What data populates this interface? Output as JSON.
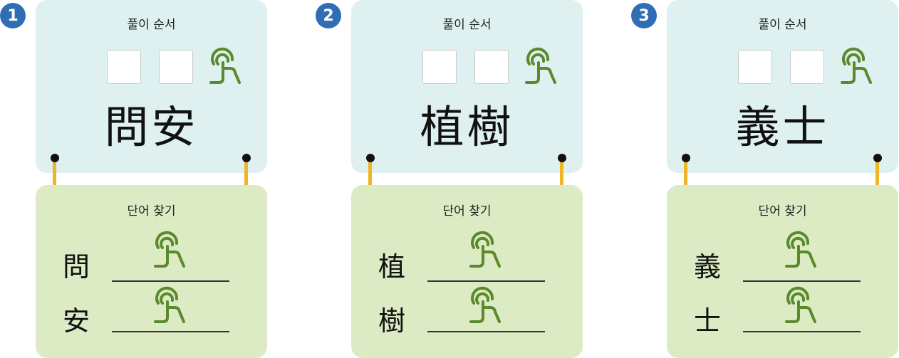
{
  "ui": {
    "top_title": "풀이 순서",
    "bottom_title": "단어 찾기",
    "accent_green": "#5a8a2c",
    "ring_color": "#f0b428",
    "badge_color": "#2f6eb5"
  },
  "cards": [
    {
      "number": "1",
      "word": "問安",
      "chars": [
        "問",
        "安"
      ]
    },
    {
      "number": "2",
      "word": "植樹",
      "chars": [
        "植",
        "樹"
      ]
    },
    {
      "number": "3",
      "word": "義士",
      "chars": [
        "義",
        "士"
      ]
    }
  ]
}
